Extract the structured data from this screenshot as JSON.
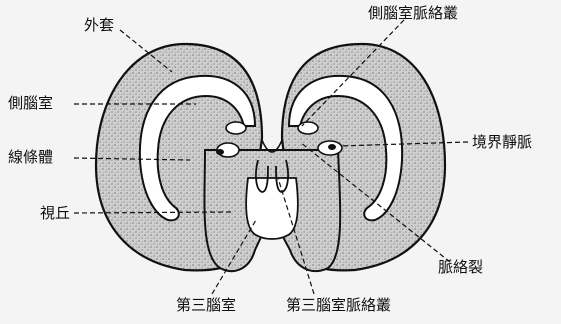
{
  "labels": {
    "waitou": "外套",
    "cenao": "側腦室",
    "xiantiao": "線條體",
    "shiqiu": "視丘",
    "cemai": "側腦室脈絡叢",
    "jingjie": "境界靜脈",
    "mailie": "脈絡裂",
    "disan": "第三腦室",
    "disanmai": "第三腦室脈絡叢"
  },
  "colors": {
    "ink": "#111111",
    "stipple": "#bdbdbd",
    "cavity": "#ffffff",
    "background": "#f4f4f4"
  }
}
